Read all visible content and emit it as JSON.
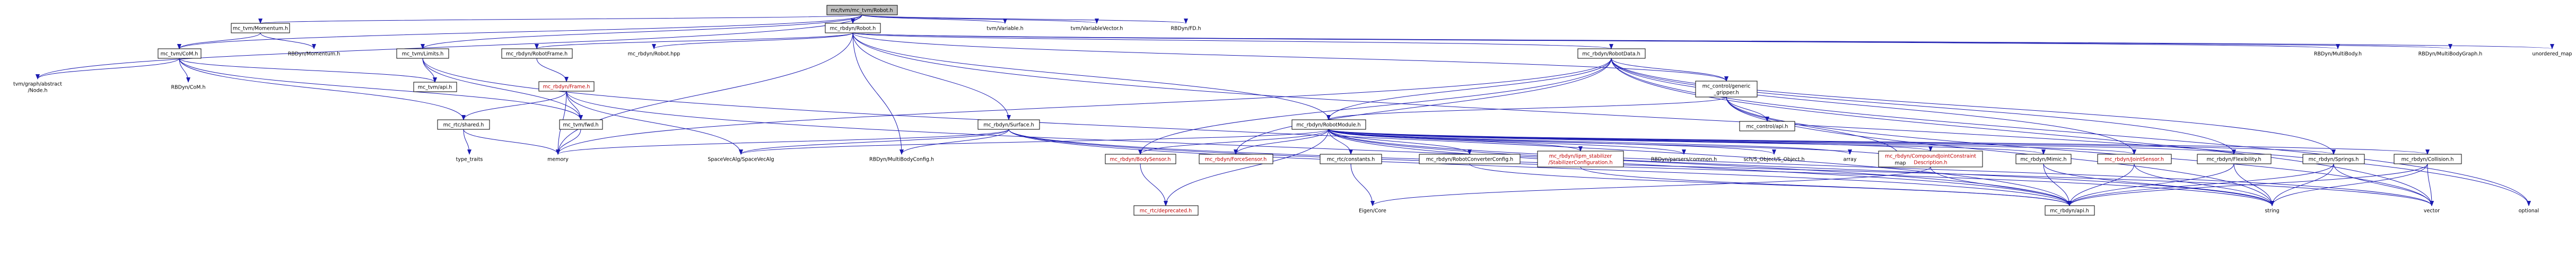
{
  "colors": {
    "edge": "#1b1bb0",
    "node_fill": "#ffffff",
    "node_stroke": "#000000",
    "root_fill": "#bfbfbf",
    "text": "#000000",
    "text_red": "#c00000",
    "plain_text": "#999999"
  },
  "nodes": {
    "root": {
      "label": "mc/tvm/mc_tvm/Robot.h",
      "kind": "root"
    },
    "tvm_momentum": {
      "label": "mc_tvm/Momentum.h",
      "kind": "box"
    },
    "tvm_robot_h": {
      "label": "mc_rbdyn/Robot.h",
      "kind": "box"
    },
    "tvm_variable": {
      "label": "tvm/Variable.h",
      "kind": "plain"
    },
    "tvm_variablevector": {
      "label": "tvm/VariableVector.h",
      "kind": "plain"
    },
    "rbdyn_fd": {
      "label": "RBDyn/FD.h",
      "kind": "plain"
    },
    "tvm_com": {
      "label": "mc_tvm/CoM.h",
      "kind": "box"
    },
    "rbdyn_momentum": {
      "label": "RBDyn/Momentum.h",
      "kind": "plain"
    },
    "tvm_limits": {
      "label": "mc_tvm/Limits.h",
      "kind": "box"
    },
    "robotframe": {
      "label": "mc_rbdyn/RobotFrame.h",
      "kind": "box"
    },
    "robot_hpp": {
      "label": "mc_rbdyn/Robot.hpp",
      "kind": "plain"
    },
    "robotdata": {
      "label": "mc_rbdyn/RobotData.h",
      "kind": "box"
    },
    "multibody": {
      "label": "RBDyn/MultiBody.h",
      "kind": "plain"
    },
    "multibodygraph": {
      "label": "RBDyn/MultiBodyGraph.h",
      "kind": "plain"
    },
    "unordered_map": {
      "label": "unordered_map",
      "kind": "plain"
    },
    "tvm_abstractnode": {
      "label": "tvm/graph/abstract\n/Node.h",
      "kind": "plain"
    },
    "rbdyn_com": {
      "label": "RBDyn/CoM.h",
      "kind": "plain"
    },
    "tvm_api": {
      "label": "mc_tvm/api.h",
      "kind": "box"
    },
    "frame": {
      "label": "mc_rbdyn/Frame.h",
      "kind": "red"
    },
    "shared": {
      "label": "mc_rtc/shared.h",
      "kind": "box"
    },
    "tvm_fwd": {
      "label": "mc_tvm/fwd.h",
      "kind": "box"
    },
    "surface": {
      "label": "mc_rbdyn/Surface.h",
      "kind": "box"
    },
    "controlgeneric": {
      "label": "mc_control/generic\n_gripper.h",
      "kind": "box"
    },
    "control_api": {
      "label": "mc_control/api.h",
      "kind": "box"
    },
    "robotmodule": {
      "label": "mc_rbdyn/RobotModule.h",
      "kind": "box"
    },
    "type_traits": {
      "label": "type_traits",
      "kind": "plain"
    },
    "memory": {
      "label": "memory",
      "kind": "plain"
    },
    "spacevecalg": {
      "label": "SpaceVecAlg/SpaceVecAlg",
      "kind": "plain"
    },
    "multibodyconfig": {
      "label": "RBDyn/MultiBodyConfig.h",
      "kind": "plain"
    },
    "bodysensor": {
      "label": "mc_rbdyn/BodySensor.h",
      "kind": "red"
    },
    "forcesensor": {
      "label": "mc_rbdyn/ForceSensor.h",
      "kind": "red"
    },
    "constants": {
      "label": "mc_rtc/constants.h",
      "kind": "box"
    },
    "converterconfig": {
      "label": "mc_rbdyn/RobotConverterConfig.h",
      "kind": "box"
    },
    "stabilizer": {
      "label": "mc_rbdyn/lipm_stabilizer\n/StabilizerConfiguration.h",
      "kind": "red"
    },
    "parsers_common": {
      "label": "RBDyn/parsers/common.h",
      "kind": "plain"
    },
    "sch_object": {
      "label": "sch/S_Object/S_Object.h",
      "kind": "plain"
    },
    "array": {
      "label": "array",
      "kind": "plain"
    },
    "compoundjoint": {
      "label": "mc_rbdyn/CompoundJointConstraint\nDescription.h",
      "kind": "red"
    },
    "mimic": {
      "label": "mc_rbdyn/Mimic.h",
      "kind": "box"
    },
    "jointsensor": {
      "label": "mc_rbdyn/JointSensor.h",
      "kind": "red"
    },
    "flexibility": {
      "label": "mc_rbdyn/Flexibility.h",
      "kind": "box"
    },
    "springs": {
      "label": "mc_rbdyn/Springs.h",
      "kind": "box"
    },
    "collision": {
      "label": "mc_rbdyn/Collision.h",
      "kind": "box"
    },
    "map": {
      "label": "map",
      "kind": "plain"
    },
    "deprecated": {
      "label": "mc_rtc/deprecated.h",
      "kind": "red"
    },
    "eigencore": {
      "label": "Eigen/Core",
      "kind": "plain"
    },
    "rbdyn_api": {
      "label": "mc_rbdyn/api.h",
      "kind": "box"
    },
    "string": {
      "label": "string",
      "kind": "plain"
    },
    "vector": {
      "label": "vector",
      "kind": "plain"
    },
    "optional": {
      "label": "optional",
      "kind": "plain"
    }
  },
  "edges": [
    [
      "root",
      "tvm_momentum"
    ],
    [
      "root",
      "tvm_robot_h"
    ],
    [
      "root",
      "tvm_variable"
    ],
    [
      "root",
      "tvm_variablevector"
    ],
    [
      "root",
      "rbdyn_fd"
    ],
    [
      "root",
      "tvm_com"
    ],
    [
      "root",
      "tvm_limits"
    ],
    [
      "root",
      "tvm_abstractnode"
    ],
    [
      "tvm_momentum",
      "tvm_com"
    ],
    [
      "tvm_momentum",
      "rbdyn_momentum"
    ],
    [
      "tvm_com",
      "tvm_abstractnode"
    ],
    [
      "tvm_com",
      "rbdyn_com"
    ],
    [
      "tvm_com",
      "tvm_api"
    ],
    [
      "tvm_com",
      "shared"
    ],
    [
      "tvm_com",
      "tvm_fwd"
    ],
    [
      "tvm_limits",
      "tvm_api"
    ],
    [
      "tvm_limits",
      "tvm_fwd"
    ],
    [
      "tvm_limits",
      "rbdyn_api"
    ],
    [
      "tvm_robot_h",
      "robotframe"
    ],
    [
      "tvm_robot_h",
      "robot_hpp"
    ],
    [
      "tvm_robot_h",
      "robotdata"
    ],
    [
      "tvm_robot_h",
      "multibody"
    ],
    [
      "tvm_robot_h",
      "multibodygraph"
    ],
    [
      "tvm_robot_h",
      "unordered_map"
    ],
    [
      "tvm_robot_h",
      "surface"
    ],
    [
      "tvm_robot_h",
      "robotmodule"
    ],
    [
      "tvm_robot_h",
      "memory"
    ],
    [
      "tvm_robot_h",
      "controlgeneric"
    ],
    [
      "tvm_robot_h",
      "optional"
    ],
    [
      "tvm_robot_h",
      "multibodyconfig"
    ],
    [
      "robotframe",
      "frame"
    ],
    [
      "frame",
      "shared"
    ],
    [
      "frame",
      "tvm_fwd"
    ],
    [
      "frame",
      "spacevecalg"
    ],
    [
      "frame",
      "memory"
    ],
    [
      "frame",
      "rbdyn_api"
    ],
    [
      "shared",
      "type_traits"
    ],
    [
      "shared",
      "memory"
    ],
    [
      "tvm_fwd",
      "memory"
    ],
    [
      "surface",
      "memory"
    ],
    [
      "surface",
      "spacevecalg"
    ],
    [
      "surface",
      "multibodyconfig"
    ],
    [
      "surface",
      "rbdyn_api"
    ],
    [
      "surface",
      "string"
    ],
    [
      "surface",
      "vector"
    ],
    [
      "robotdata",
      "controlgeneric"
    ],
    [
      "robotdata",
      "robotmodule"
    ],
    [
      "robotdata",
      "bodysensor"
    ],
    [
      "robotdata",
      "forcesensor"
    ],
    [
      "robotdata",
      "jointsensor"
    ],
    [
      "robotdata",
      "flexibility"
    ],
    [
      "robotdata",
      "springs"
    ],
    [
      "robotdata",
      "memory"
    ],
    [
      "robotdata",
      "optional"
    ],
    [
      "robotdata",
      "vector"
    ],
    [
      "controlgeneric",
      "robotmodule"
    ],
    [
      "controlgeneric",
      "control_api"
    ],
    [
      "controlgeneric",
      "map"
    ],
    [
      "controlgeneric",
      "string"
    ],
    [
      "controlgeneric",
      "vector"
    ],
    [
      "robotmodule",
      "bodysensor"
    ],
    [
      "robotmodule",
      "forcesensor"
    ],
    [
      "robotmodule",
      "constants"
    ],
    [
      "robotmodule",
      "converterconfig"
    ],
    [
      "robotmodule",
      "stabilizer"
    ],
    [
      "robotmodule",
      "parsers_common"
    ],
    [
      "robotmodule",
      "sch_object"
    ],
    [
      "robotmodule",
      "array"
    ],
    [
      "robotmodule",
      "compoundjoint"
    ],
    [
      "robotmodule",
      "mimic"
    ],
    [
      "robotmodule",
      "jointsensor"
    ],
    [
      "robotmodule",
      "flexibility"
    ],
    [
      "robotmodule",
      "springs"
    ],
    [
      "robotmodule",
      "collision"
    ],
    [
      "robotmodule",
      "map"
    ],
    [
      "robotmodule",
      "deprecated"
    ],
    [
      "robotmodule",
      "rbdyn_api"
    ],
    [
      "robotmodule",
      "spacevecalg"
    ],
    [
      "robotmodule",
      "string"
    ],
    [
      "robotmodule",
      "vector"
    ],
    [
      "bodysensor",
      "deprecated"
    ],
    [
      "constants",
      "eigencore"
    ],
    [
      "converterconfig",
      "rbdyn_api"
    ],
    [
      "stabilizer",
      "rbdyn_api"
    ],
    [
      "compoundjoint",
      "rbdyn_api"
    ],
    [
      "compoundjoint",
      "eigencore"
    ],
    [
      "mimic",
      "rbdyn_api"
    ],
    [
      "mimic",
      "string"
    ],
    [
      "jointsensor",
      "rbdyn_api"
    ],
    [
      "jointsensor",
      "string"
    ],
    [
      "flexibility",
      "rbdyn_api"
    ],
    [
      "flexibility",
      "string"
    ],
    [
      "springs",
      "rbdyn_api"
    ],
    [
      "springs",
      "string"
    ],
    [
      "springs",
      "vector"
    ],
    [
      "collision",
      "rbdyn_api"
    ],
    [
      "collision",
      "string"
    ],
    [
      "collision",
      "vector"
    ]
  ]
}
